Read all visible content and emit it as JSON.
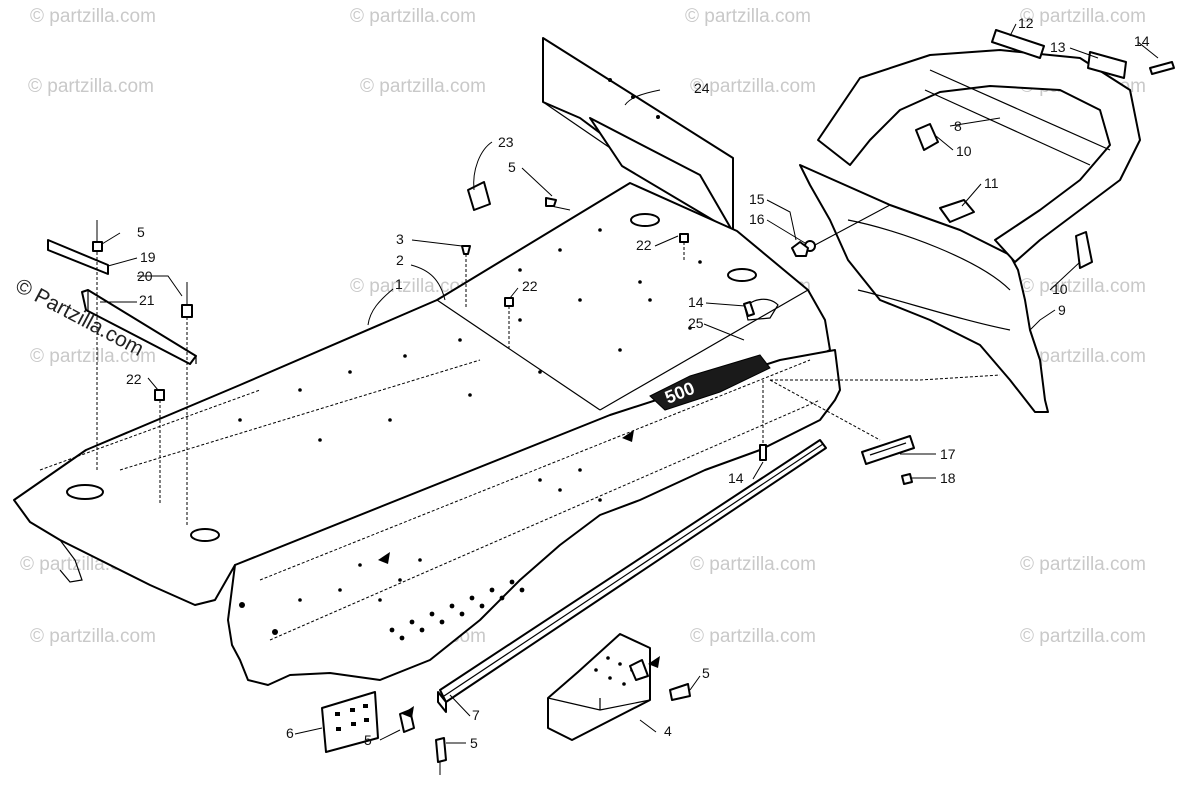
{
  "watermark": {
    "repeated_text": "© partzilla.com",
    "side_text": "© Partzilla.com"
  },
  "emblem_text": "500",
  "callouts": [
    {
      "id": "c1",
      "label": "1"
    },
    {
      "id": "c2",
      "label": "2"
    },
    {
      "id": "c3",
      "label": "3"
    },
    {
      "id": "c4",
      "label": "4"
    },
    {
      "id": "c5a",
      "label": "5"
    },
    {
      "id": "c5b",
      "label": "5"
    },
    {
      "id": "c5c",
      "label": "5"
    },
    {
      "id": "c5d",
      "label": "5"
    },
    {
      "id": "c5e",
      "label": "5"
    },
    {
      "id": "c6",
      "label": "6"
    },
    {
      "id": "c7",
      "label": "7"
    },
    {
      "id": "c8",
      "label": "8"
    },
    {
      "id": "c9",
      "label": "9"
    },
    {
      "id": "c10a",
      "label": "10"
    },
    {
      "id": "c10b",
      "label": "10"
    },
    {
      "id": "c11",
      "label": "11"
    },
    {
      "id": "c12",
      "label": "12"
    },
    {
      "id": "c13",
      "label": "13"
    },
    {
      "id": "c14a",
      "label": "14"
    },
    {
      "id": "c14b",
      "label": "14"
    },
    {
      "id": "c14c",
      "label": "14"
    },
    {
      "id": "c15",
      "label": "15"
    },
    {
      "id": "c16",
      "label": "16"
    },
    {
      "id": "c17",
      "label": "17"
    },
    {
      "id": "c18",
      "label": "18"
    },
    {
      "id": "c19",
      "label": "19"
    },
    {
      "id": "c20",
      "label": "20"
    },
    {
      "id": "c21",
      "label": "21"
    },
    {
      "id": "c22a",
      "label": "22"
    },
    {
      "id": "c22b",
      "label": "22"
    },
    {
      "id": "c22c",
      "label": "22"
    },
    {
      "id": "c23",
      "label": "23"
    },
    {
      "id": "c24",
      "label": "24"
    },
    {
      "id": "c25",
      "label": "25"
    }
  ]
}
